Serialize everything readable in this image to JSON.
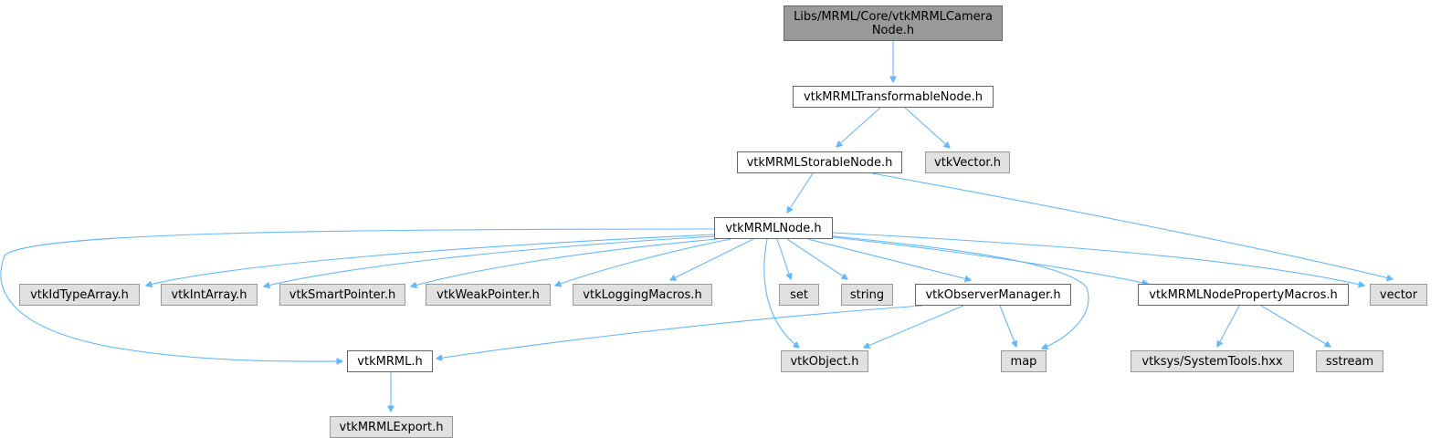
{
  "colors": {
    "edge": "#63b8ff",
    "root_fill": "#999999",
    "local_fill": "#ffffff",
    "external_fill": "#e0e0e0"
  },
  "nodes": {
    "root": "Libs/MRML/Core/vtkMRMLCamera\nNode.h",
    "transformable": "vtkMRMLTransformableNode.h",
    "storable": "vtkMRMLStorableNode.h",
    "vtkvector": "vtkVector.h",
    "mrmlnode": "vtkMRMLNode.h",
    "vector": "vector",
    "idtype": "vtkIdTypeArray.h",
    "intarray": "vtkIntArray.h",
    "smartptr": "vtkSmartPointer.h",
    "weakptr": "vtkWeakPointer.h",
    "logging": "vtkLoggingMacros.h",
    "set": "set",
    "string": "string",
    "observer": "vtkObserverManager.h",
    "propmacros": "vtkMRMLNodePropertyMacros.h",
    "mrml": "vtkMRML.h",
    "vtkobject": "vtkObject.h",
    "map": "map",
    "systools": "vtksys/SystemTools.hxx",
    "sstream": "sstream",
    "mrmlexport": "vtkMRMLExport.h"
  },
  "edges": [
    [
      "root",
      "transformable"
    ],
    [
      "transformable",
      "storable"
    ],
    [
      "transformable",
      "vtkvector"
    ],
    [
      "storable",
      "mrmlnode"
    ],
    [
      "storable",
      "vector"
    ],
    [
      "mrmlnode",
      "mrml"
    ],
    [
      "mrmlnode",
      "idtype"
    ],
    [
      "mrmlnode",
      "intarray"
    ],
    [
      "mrmlnode",
      "smartptr"
    ],
    [
      "mrmlnode",
      "weakptr"
    ],
    [
      "mrmlnode",
      "logging"
    ],
    [
      "mrmlnode",
      "vtkobject"
    ],
    [
      "mrmlnode",
      "set"
    ],
    [
      "mrmlnode",
      "string"
    ],
    [
      "mrmlnode",
      "observer"
    ],
    [
      "mrmlnode",
      "map"
    ],
    [
      "mrmlnode",
      "propmacros"
    ],
    [
      "mrmlnode",
      "vector"
    ],
    [
      "observer",
      "mrml"
    ],
    [
      "observer",
      "vtkobject"
    ],
    [
      "observer",
      "map"
    ],
    [
      "propmacros",
      "systools"
    ],
    [
      "propmacros",
      "sstream"
    ],
    [
      "mrml",
      "mrmlexport"
    ]
  ]
}
